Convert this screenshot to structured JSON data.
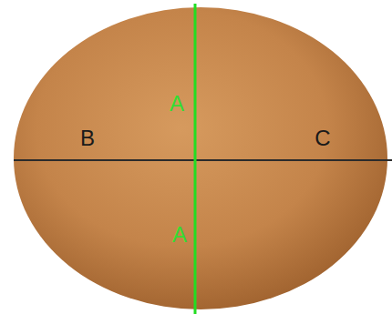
{
  "diagram": {
    "labels": [
      "A",
      "B",
      "C",
      "A"
    ]
  }
}
